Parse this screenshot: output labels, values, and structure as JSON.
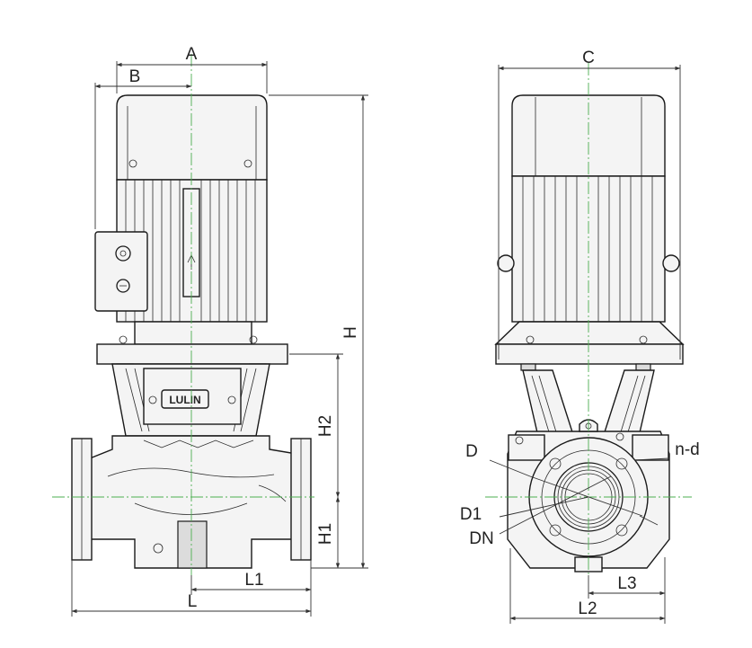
{
  "front_view": {
    "dim_A": "A",
    "dim_B": "B",
    "dim_H": "H",
    "dim_H2": "H2",
    "dim_H1": "H1",
    "dim_L1": "L1",
    "dim_L": "L",
    "logo": "LULIN"
  },
  "side_view": {
    "dim_C": "C",
    "dim_D": "D",
    "dim_nd": "n-d",
    "dim_D1": "D1",
    "dim_DN": "DN",
    "dim_L3": "L3",
    "dim_L2": "L2"
  },
  "colors": {
    "centerline": "#4caf50",
    "line": "#1a1a1a"
  }
}
